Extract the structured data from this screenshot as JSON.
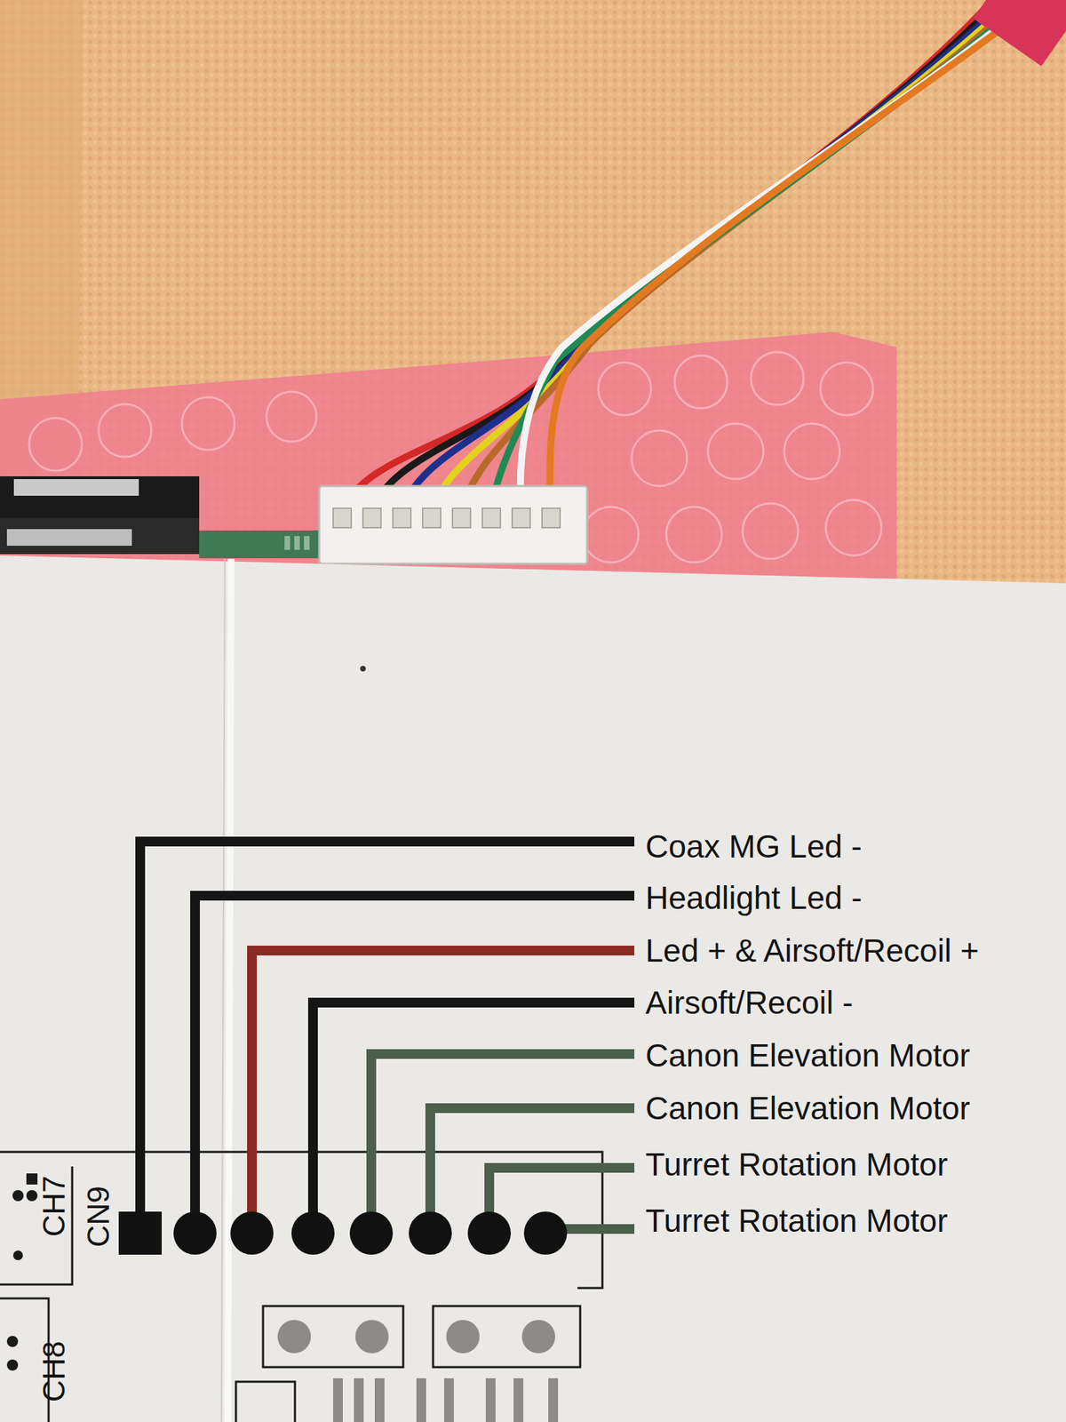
{
  "diagram": {
    "labels": [
      "Coax MG Led -",
      "Headlight Led -",
      "Led + & Airsoft/Recoil +",
      "Airsoft/Recoil -",
      "Canon Elevation Motor",
      "Canon Elevation Motor",
      "Turret Rotation Motor",
      "Turret Rotation Motor",
      "CH7",
      "CN9",
      "CH8"
    ]
  }
}
